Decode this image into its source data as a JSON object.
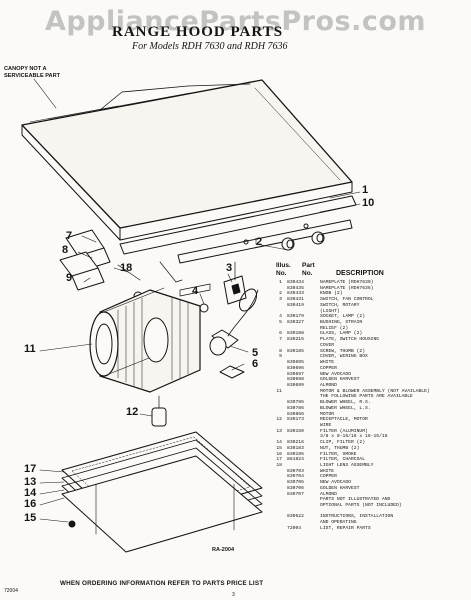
{
  "watermark": "AppliancePartsPros.com",
  "header": {
    "title": "RANGE HOOD PARTS",
    "subtitle": "For Models RDH 7630 and RDH 7636"
  },
  "canopy_note": [
    "CANOPY NOT A",
    "SERVICEABLE PART"
  ],
  "callouts": [
    "1",
    "10",
    "2",
    "3",
    "4",
    "5",
    "6",
    "7",
    "8",
    "18",
    "9",
    "11",
    "12",
    "17",
    "13",
    "14",
    "16",
    "15"
  ],
  "table": {
    "col_illus": "Illus.",
    "col_no": "No.",
    "col_part": "Part",
    "col_part_no": "No.",
    "col_desc": "DESCRIPTION",
    "rows": [
      {
        "i": "1",
        "p": "830434",
        "d": "NAMEPLATE (RDH7630)"
      },
      {
        "i": "",
        "p": "830435",
        "d": "NAMEPLATE (RDH7636)"
      },
      {
        "i": "2",
        "p": "830433",
        "d": "KNOB (2)"
      },
      {
        "i": "3",
        "p": "830431",
        "d": "SWITCH, FAN CONTROL"
      },
      {
        "i": "",
        "p": "830419",
        "d": "SWITCH, ROTARY"
      },
      {
        "i": "",
        "p": "",
        "d": "(LIGHT)"
      },
      {
        "i": "4",
        "p": "830179",
        "d": "SOCKET, LAMP (2)"
      },
      {
        "i": "5",
        "p": "830327",
        "d": "BUSHING, STRAIN"
      },
      {
        "i": "",
        "p": "",
        "d": "RELIEF (2)"
      },
      {
        "i": "6",
        "p": "830188",
        "d": "GLASS, LAMP (2)"
      },
      {
        "i": "7",
        "p": "830215",
        "d": "PLATE, SWITCH HOUSING"
      },
      {
        "i": "",
        "p": "",
        "d": "COVER"
      },
      {
        "i": "8",
        "p": "830185",
        "d": "SCREW, THUMB (2)"
      },
      {
        "i": "9",
        "p": "",
        "d": "COVER, WIRING BOX"
      },
      {
        "i": "",
        "p": "830695",
        "d": "WHITE"
      },
      {
        "i": "",
        "p": "830696",
        "d": "COPPER"
      },
      {
        "i": "",
        "p": "830697",
        "d": "NEW AVOCADO"
      },
      {
        "i": "",
        "p": "830698",
        "d": "GOLDEN HARVEST"
      },
      {
        "i": "",
        "p": "830699",
        "d": "ALMOND"
      },
      {
        "i": "11",
        "p": "",
        "d": "MOTOR & BLOWER ASSEMBLY (NOT AVAILABLE)"
      },
      {
        "i": "",
        "p": "",
        "d": "THE FOLLOWING PARTS ARE AVAILABLE"
      },
      {
        "i": "",
        "p": "830785",
        "d": "BLOWER WHEEL, R.S."
      },
      {
        "i": "",
        "p": "830786",
        "d": "BLOWER WHEEL, L.S."
      },
      {
        "i": "",
        "p": "830866",
        "d": "MOTOR"
      },
      {
        "i": "12",
        "p": "830173",
        "d": "RECEPTACLE, MOTOR"
      },
      {
        "i": "",
        "p": "",
        "d": "WIRE"
      },
      {
        "i": "13",
        "p": "830150",
        "d": "FILTER (ALUMINUM)"
      },
      {
        "i": "",
        "p": "",
        "d": "3/8 x 8-15/16 x 16-15/16"
      },
      {
        "i": "14",
        "p": "830216",
        "d": "CLIP, FILTER (2)"
      },
      {
        "i": "15",
        "p": "830183",
        "d": "NUT, THUMB (2)"
      },
      {
        "i": "16",
        "p": "830195",
        "d": "FILTER, SMOKE"
      },
      {
        "i": "17",
        "p": "861824",
        "d": "FILTER, CHARCOAL"
      },
      {
        "i": "18",
        "p": "",
        "d": "LIGHT LENS ASSEMBLY"
      },
      {
        "i": "",
        "p": "830703",
        "d": "WHITE"
      },
      {
        "i": "",
        "p": "830704",
        "d": "COPPER"
      },
      {
        "i": "",
        "p": "830705",
        "d": "NEW AVOCADO"
      },
      {
        "i": "",
        "p": "830706",
        "d": "GOLDEN HARVEST"
      },
      {
        "i": "",
        "p": "830707",
        "d": "ALMOND"
      },
      {
        "i": "",
        "p": "",
        "d": "PARTS NOT ILLUSTRATED AND"
      },
      {
        "i": "",
        "p": "",
        "d": "OPTIONAL PARTS (NOT INCLUDED)"
      },
      {
        "i": "",
        "p": "",
        "d": ""
      },
      {
        "i": "",
        "p": "830622",
        "d": "INSTRUCTIONS, INSTALLATION"
      },
      {
        "i": "",
        "p": "",
        "d": "AND OPERATING"
      },
      {
        "i": "",
        "p": "72004",
        "d": "LIST, REPAIR PARTS"
      }
    ]
  },
  "figure_code": "RA-2004",
  "footer": "WHEN ORDERING INFORMATION REFER TO PARTS PRICE LIST",
  "codes": {
    "left": "72004",
    "right": "3"
  },
  "colors": {
    "ink": "#141414",
    "paper": "#fbfaf6",
    "watermark": "#969696"
  }
}
